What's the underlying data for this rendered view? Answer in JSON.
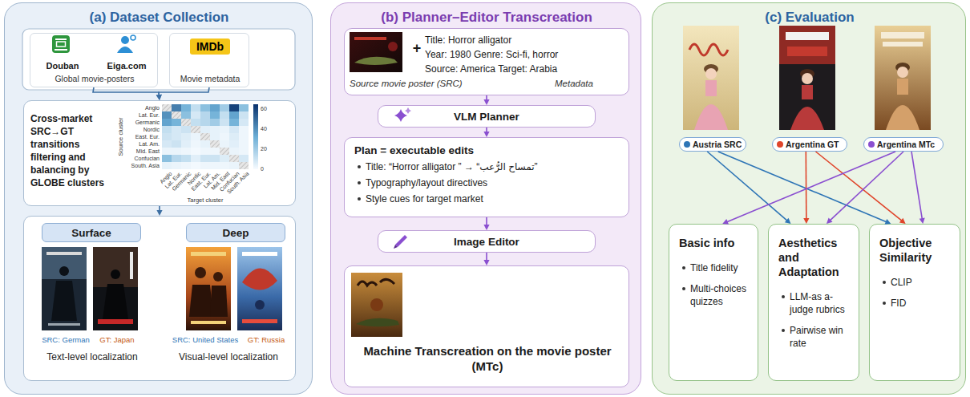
{
  "diagram": {
    "nodes": [
      {
        "text": [
          "(a) Dataset Collection"
        ]
      },
      {
        "text": [
          "Douban",
          "Eiga.com",
          "Global movie-posters"
        ],
        "in": 0
      },
      {
        "text": [
          "IMDb",
          "Movie metadata"
        ],
        "in": 0
      },
      {
        "text": [
          "Cross-market SRC→GT transitions filtering and balancing by GLOBE clusters"
        ],
        "in": 0
      },
      {
        "text": [
          "SRC: German",
          "GT: Japan",
          "Text-level localization",
          "SRC: United States",
          "GT: Russia",
          "Visual-level localization"
        ],
        "in": 0
      },
      {
        "text": [
          "Surface"
        ],
        "in": 4
      },
      {
        "text": [
          "Deep"
        ],
        "in": 4
      },
      {
        "text": [
          "(b) Planner–Editor Transcreation"
        ]
      },
      {
        "text": [
          "Source movie poster (SRC)",
          "+",
          "Title: Horror alligator",
          "Year: 1980 Genre: Sci-fi, horror",
          "Source: America Target: Arabia",
          "Metadata"
        ],
        "in": 7
      },
      {
        "text": [
          "VLM Planner"
        ],
        "in": 7
      },
      {
        "text": [
          "Plan = executable edits",
          "Title: “Horror alligator ” → “تمساح الرُّعب”",
          "Typography/layout directives",
          "Style cues for target market"
        ],
        "in": 7
      },
      {
        "text": [
          "Image Editor"
        ],
        "in": 7
      },
      {
        "text": [
          "Machine Transcreation on the movie poster (MTc)"
        ],
        "in": 7
      },
      {
        "text": [
          "(c) Evaluation"
        ]
      },
      {
        "text": [
          "Austria SRC"
        ],
        "in": 13
      },
      {
        "text": [
          "Argentina GT"
        ],
        "in": 13
      },
      {
        "text": [
          "Argentina MTc"
        ],
        "in": 13
      },
      {
        "text": [
          "Basic info",
          "Title fidelity",
          "Multi-choices quizzes"
        ],
        "in": 13
      },
      {
        "text": [
          "Aesthetics and Adaptation",
          "LLM-as a-judge rubrics",
          "Pairwise win rate"
        ],
        "in": 13
      },
      {
        "text": [
          "Objective Similarity",
          "CLIP",
          "FID"
        ],
        "in": 13
      }
    ],
    "edges": [
      {
        "from": 1,
        "to": 3,
        "arrow": "to"
      },
      {
        "from": 2,
        "to": 3,
        "arrow": "to"
      },
      {
        "from": 3,
        "to": 4,
        "arrow": "to"
      },
      {
        "from": 8,
        "to": 9,
        "arrow": "to"
      },
      {
        "from": 9,
        "to": 10,
        "arrow": "to"
      },
      {
        "from": 10,
        "to": 11,
        "arrow": "to"
      },
      {
        "from": 11,
        "to": 12,
        "arrow": "to"
      },
      {
        "from": 14,
        "to": 18,
        "arrow": "to"
      },
      {
        "from": 14,
        "to": 19,
        "arrow": "to"
      },
      {
        "from": 15,
        "to": 18,
        "arrow": "to"
      },
      {
        "from": 15,
        "to": 19,
        "arrow": "to"
      },
      {
        "from": 16,
        "to": 17,
        "arrow": "to"
      },
      {
        "from": 16,
        "to": 18,
        "arrow": "to"
      },
      {
        "from": 16,
        "to": 19,
        "arrow": "to"
      }
    ],
    "labels": [
      "Anglo",
      "Lat. Eur.",
      "Germanic",
      "Nordic",
      "East. Eur.",
      "Lat. Am.",
      "Mid. East",
      "Confucian",
      "South. Asia",
      "Anglo",
      "Lat. Eur.",
      "Germanic",
      "Nordic",
      "East. Eur.",
      "Lat. Am.",
      "Mid. East",
      "Confucian",
      "South. Asia",
      "Source cluster",
      "Target cluster",
      "0",
      "20",
      "40",
      "60"
    ]
  }
}
